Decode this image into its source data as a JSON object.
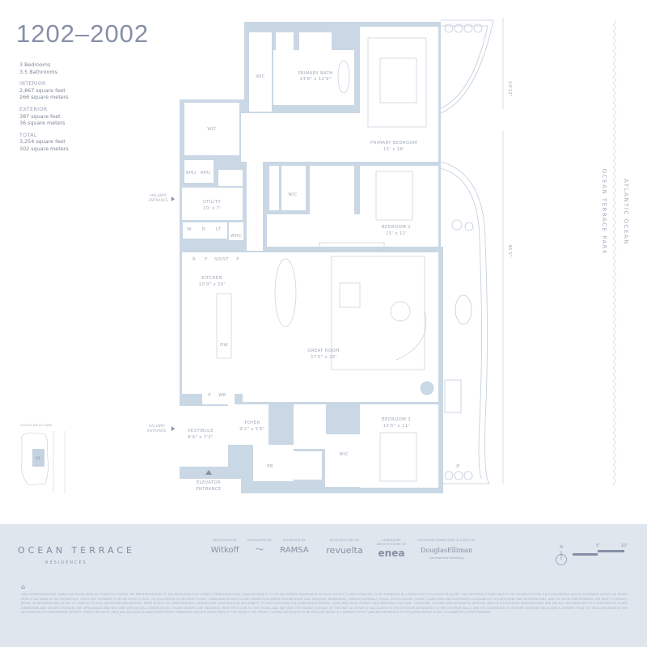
{
  "unit": {
    "number": "1202–2002",
    "bedrooms": "3 Bedrooms",
    "bathrooms": "3.5 Bathrooms",
    "interior": {
      "label": "INTERIOR",
      "sqft": "2,867 square feet",
      "sqm": "266 square meters"
    },
    "exterior": {
      "label": "EXTERIOR",
      "sqft": "387 square feet",
      "sqm": "36 square meters"
    },
    "total": {
      "label": "TOTAL",
      "sqft": "3,254 square feet",
      "sqm": "302 square meters"
    }
  },
  "rooms": {
    "primary_bath": {
      "name": "PRIMARY BATH",
      "dim": "14'8\" x 12'9\""
    },
    "primary_bedroom": {
      "name": "PRIMARY BEDROOM",
      "dim": "15' x 18'"
    },
    "wic": "WIC",
    "ahu": "AHU",
    "utility": {
      "name": "UTILITY",
      "dim": "10' x 7'"
    },
    "whc": "WHC",
    "w": "W",
    "d": "D",
    "lt": "LT",
    "bedroom2": {
      "name": "BEDROOM 2",
      "dim": "15' x 11'"
    },
    "kitchen": {
      "name": "KITCHEN",
      "dim": "10'9\" x 20'"
    },
    "kitchen_labels": {
      "r": "R",
      "f": "F",
      "so_st": "SO/ST",
      "p": "P",
      "dw": "DW",
      "wr": "WR"
    },
    "great_room": {
      "name": "GREAT ROOM",
      "dim": "37'5\" x 20'"
    },
    "vestibule": {
      "name": "VESTIBULE",
      "dim": "8'6\" x 7'3\""
    },
    "foyer": {
      "name": "FOYER",
      "dim": "9'2\" x 5'6\""
    },
    "pr": "PR",
    "bedroom3": {
      "name": "BEDROOM 3",
      "dim": "15'6\" x 11'"
    }
  },
  "entrances": {
    "hallway_top": [
      "HALLWAY",
      "ENTRANCE"
    ],
    "hallway_bottom": [
      "HALLWAY",
      "ENTRANCE"
    ],
    "elevator": [
      "ELEVATOR",
      "ENTRANCE"
    ]
  },
  "dimensions": {
    "upper": "14'12\"",
    "lower": "46'1\"",
    "terrace_end": "8'"
  },
  "surroundings": {
    "ocean": "ATLANTIC OCEAN",
    "park": "OCEAN TERRACE PARK",
    "keyplan_top": "OCEAN DRIVE PARK",
    "keyplan_unit": "02"
  },
  "footer": {
    "brand": "OCEAN TERRACE",
    "brand_sub": "RESIDENCES",
    "partners": [
      {
        "caption": "DEVELOPED BY",
        "name": "Witkoff"
      },
      {
        "caption": "DEVELOPED BY",
        "name": "〜"
      },
      {
        "caption": "INTERIORS BY",
        "name": "RAMSA"
      },
      {
        "caption": "ARCHITECTURE BY",
        "name": "revuelta"
      },
      {
        "caption": "LANDSCAPE ARCHITECTURE BY",
        "name": "enea"
      },
      {
        "caption": "EXCLUSIVE MARKETING & SALES BY",
        "name": "DouglasElliman",
        "sub": "Development Marketing"
      }
    ],
    "north": "N",
    "scale": [
      "5'",
      "10'"
    ],
    "disclaimer": "ORAL REPRESENTATIONS CANNOT BE RELIED UPON AS CORRECTLY STATING THE REPRESENTATIONS OF THE DEVELOPER. FOR CORRECT REPRESENTATIONS, MAKE REFERENCE TO THE DOCUMENTS REQUIRED BY SECTION 718.503, FLORIDA STATUTES, TO BE FURNISHED BY A DEVELOPER TO A BUYER OR LESSEE. THIS OFFERING IS MADE ONLY BY THE PROSPECTUS FOR THE CONDOMINIUM AND NO STATEMENT SHOULD BE RELIED UPON IF NOT MADE IN THE PROSPECTUS. THIS IS NOT INTENDED TO BE AN OFFER TO SELL, OR SOLICITATION OF AN OFFER TO BUY, CONDOMINIUM UNITS IN ANY JURISDICTION WHERE PROHIBITED BY LAW. SKETCHES, RENDERINGS, GRAPHIC MATERIALS, PLANS, SPECIFICATIONS, TERMS, CONDITIONS AND STATEMENTS CONTAINED IN THIS BROCHURE ARE PROPOSED ONLY, AND THE DEVELOPER RESERVES THE RIGHT TO MODIFY, REVISE OR WITHDRAW ANY OR ALL OF SAME IN ITS SOLE DISCRETION AND WITHOUT PRIOR NOTICE. ALL IMPROVEMENTS, DESIGNS AND CONSTRUCTION ARE SUBJECT TO FIRST OBTAINING THE APPROPRIATE FEDERAL, STATE AND LOCAL PERMITS AND APPROVALS FOR SAME. FURNITURE, FIXTURES AND APPLIANCES DEPICTED ARE FOR ILLUSTRATIVE PURPOSES ONLY AND ARE NOT INCLUDED WITH THE PURCHASE OF A UNIT. DIMENSIONS AND SQUARE FOOTAGES ARE APPROXIMATE AND MAY VARY WITH ACTUAL CONSTRUCTION. CEILING HEIGHTS ARE MEASURED FROM THE FLOOR TO THE CEILING AND MAY VARY. THE SQUARE FOOTAGE OF THE UNIT AS SHOWN IS CALCULATED TO THE EXTERIOR BOUNDARIES OF THE EXTERIOR WALLS AND THE CENTERLINE OF INTERIOR DEMISING WALLS AND IS GREATER THAN THE AREA DESCRIBED IN THE DECLARATION OF CONDOMINIUM. WITKOFF, RAMSA, REVUELTA, ENEA AND DOUGLAS ELLIMAN DEVELOPMENT MARKETING ARE NOT DEVELOPERS OF THE PROJECT. THE PROJECT IS BEING DEVELOPED BY AN AFFILIATE WHICH IS A SEPARATE ENTITY AND ANY REFERENCE TO AFFILIATED PARTIES IS NOT A GUARANTEE OF PERFORMANCE."
  },
  "colors": {
    "wall": "#cad7e4",
    "line": "#b9c6d6",
    "text": "#8a93a6",
    "footer_bg": "#dfe6ee"
  }
}
